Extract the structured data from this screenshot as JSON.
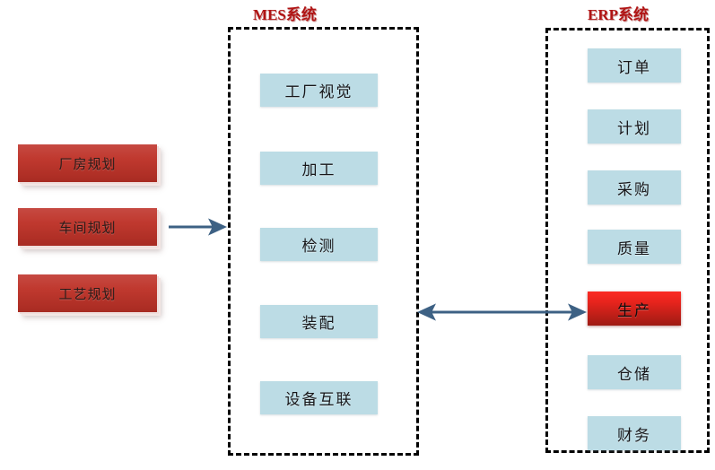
{
  "diagram": {
    "title_note": "MES / ERP system integration diagram",
    "planning": {
      "chips": [
        {
          "id": "chip-factory",
          "label": "厂房规划"
        },
        {
          "id": "chip-workshop",
          "label": "车间规划"
        },
        {
          "id": "chip-process",
          "label": "工艺规划"
        }
      ],
      "color": "#c0392f"
    },
    "mes": {
      "title": "MES系统",
      "title_color": "#b01414",
      "border_style": "dashed",
      "chip_color": "#bcdce5",
      "modules": [
        {
          "label": "工厂视觉",
          "highlight": false
        },
        {
          "label": "加工",
          "highlight": false
        },
        {
          "label": "检测",
          "highlight": false
        },
        {
          "label": "装配",
          "highlight": false
        },
        {
          "label": "设备互联",
          "highlight": false
        }
      ]
    },
    "erp": {
      "title": "ERP系统",
      "title_color": "#b01414",
      "border_style": "dashed",
      "chip_color": "#bcdce5",
      "highlight_color": "#e8241d",
      "modules": [
        {
          "label": "订单",
          "highlight": false
        },
        {
          "label": "计划",
          "highlight": false
        },
        {
          "label": "采购",
          "highlight": false
        },
        {
          "label": "质量",
          "highlight": false
        },
        {
          "label": "生产",
          "highlight": true
        },
        {
          "label": "仓储",
          "highlight": false
        },
        {
          "label": "财务",
          "highlight": false
        }
      ]
    },
    "connectors": [
      {
        "name": "planning-to-mes-arrow",
        "from": "车间规划",
        "to": "MES系统",
        "direction": "single",
        "color": "#3d6184"
      },
      {
        "name": "mes-to-erp-arrow",
        "from": "MES系统",
        "to": "生产",
        "direction": "double",
        "color": "#3d6184"
      }
    ]
  }
}
